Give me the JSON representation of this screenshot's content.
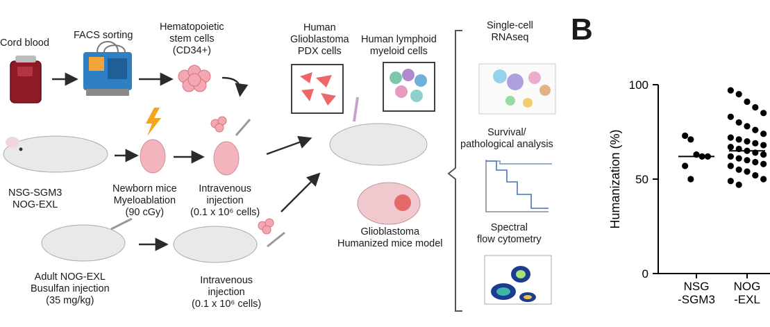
{
  "panel_b_letter": "B",
  "labels": {
    "cord_blood": [
      "Cord blood"
    ],
    "facs": [
      "FACS sorting"
    ],
    "hsc": [
      "Hematopoietic",
      "stem cells",
      "(CD34+)"
    ],
    "pdx": [
      "Human",
      "Glioblastoma",
      "PDX cells"
    ],
    "lymphoid": [
      "Human lymphoid",
      "myeloid cells"
    ],
    "strains": [
      "NSG-SGM3",
      "NOG-EXL"
    ],
    "newborn": [
      "Newborn mice",
      "Myeloablation",
      "(90 cGy)"
    ],
    "iv1": [
      "Intravenous",
      "injection",
      "(0.1 x 10⁶ cells)"
    ],
    "adult": [
      "Adult NOG-EXL",
      "Busulfan injection",
      "(35 mg/kg)"
    ],
    "iv2": [
      "Intravenous",
      "injection",
      "(0.1 x 10⁶ cells)"
    ],
    "model": [
      "Glioblastoma",
      "Humanized mice model"
    ],
    "scrna": [
      "Single-cell",
      "RNAseq"
    ],
    "survival": [
      "Survival/",
      "pathological analysis"
    ],
    "flow": [
      "Spectral",
      "flow cytometry"
    ]
  },
  "colors": {
    "arrow": "#2b2b2b",
    "mouse_body": "#e9e9ec",
    "pink": "#f2b4bd",
    "blood": "#8e1a26",
    "facs_blue": "#2e7fc4",
    "tumor_red": "#e46a6a"
  },
  "chart_data": {
    "type": "scatter",
    "title": "",
    "xlabel": "",
    "ylabel": "Humanization (%)",
    "ylim": [
      0,
      100
    ],
    "yticks": [
      0,
      50,
      100
    ],
    "categories": [
      "NSG\n-SGM3",
      "NOG\n-EXL"
    ],
    "category_lines": [
      [
        "NSG",
        "-SGM3"
      ],
      [
        "NOG",
        "-EXL"
      ]
    ],
    "series": [
      {
        "category": "NSG\n-SGM3",
        "values": [
          73,
          71,
          63,
          62,
          62,
          57,
          50
        ],
        "median": 62
      },
      {
        "category": "NOG\n-EXL",
        "values": [
          97,
          95,
          91,
          88,
          85,
          83,
          80,
          78,
          76,
          74,
          72,
          71,
          70,
          69,
          68,
          67,
          66,
          65,
          64,
          63,
          62,
          61,
          60,
          59,
          58,
          57,
          55,
          54,
          52,
          50,
          49,
          47
        ],
        "median": 65
      }
    ]
  }
}
